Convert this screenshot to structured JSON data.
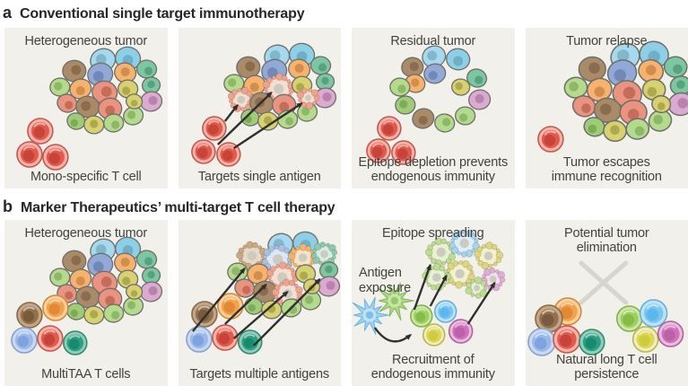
{
  "figure": {
    "background": "#ffffff",
    "panel_background": "#f1f0ea",
    "sections": [
      {
        "tag": "a",
        "title": "Conventional single target immunotherapy",
        "panels": [
          {
            "top_label": "Heterogeneous tumor",
            "bottom_label": "Mono-specific T cell",
            "art": "heterogeneous-tumor-and-mono-specific-t-cells"
          },
          {
            "top_label": "",
            "bottom_label": "Targets single antigen",
            "art": "t-cells-attacking-single-antigen-arrows"
          },
          {
            "top_label": "Residual tumor",
            "bottom_label": "Epitope depletion prevents endogenous immunity",
            "art": "residual-tumor-ring"
          },
          {
            "top_label": "Tumor relapse",
            "bottom_label": "Tumor escapes immune recognition",
            "art": "relapsed-tumor-single-t-cell"
          }
        ]
      },
      {
        "tag": "b",
        "title": "Marker Therapeutics’ multi-target T cell therapy",
        "panels": [
          {
            "top_label": "Heterogeneous tumor",
            "bottom_label": "MultiTAA T cells",
            "art": "heterogeneous-tumor-and-multitaa-t-cells"
          },
          {
            "top_label": "",
            "bottom_label": "Targets multiple antigens",
            "art": "t-cells-attacking-multiple-antigens-arrows"
          },
          {
            "top_label": "Epitope spreading",
            "side_label": "Antigen exposure",
            "bottom_label": "Recruitment of endogenous immunity",
            "art": "epitope-spreading-dendritic-cells-recruited-t-cells"
          },
          {
            "top_label": "Potential tumor elimination",
            "bottom_label": "Natural long T cell persistence",
            "art": "eliminated-tumor-x-mark-persistent-t-cells"
          }
        ]
      }
    ]
  },
  "palette": {
    "heading_text": "#262625",
    "label_text": "#424240",
    "arrow": "#2f2f2d",
    "x_mark": "#d6d6ce",
    "cell_outline": "#6e6e68",
    "tumor_cells": {
      "lb": {
        "fill": "#a6d9ef",
        "nucleus": "#84b6ca"
      },
      "lb2": {
        "fill": "#8ecfe8",
        "nucleus": "#6fb0c6"
      },
      "bl": {
        "fill": "#92a9d8",
        "nucleus": "#7189b6"
      },
      "or": {
        "fill": "#f6b26e",
        "nucleus": "#d18e4d"
      },
      "br": {
        "fill": "#a98a69",
        "nucleus": "#8a6c4f"
      },
      "tg": {
        "fill": "#7cc7a1",
        "nucleus": "#58a37d"
      },
      "lg": {
        "fill": "#b3da8d",
        "nucleus": "#8fb768"
      },
      "sa": {
        "fill": "#ea9381",
        "nucleus": "#c56d5b"
      },
      "ye": {
        "fill": "#d7d171",
        "nucleus": "#aea94f"
      },
      "pk": {
        "fill": "#dbaad1",
        "nucleus": "#b883ad"
      },
      "gr": {
        "fill": "#9fcc77",
        "nucleus": "#7dab57"
      }
    },
    "t_cells": {
      "red": {
        "outer": "#f4b3a9",
        "mid": "#e25a4e",
        "inner": "#c64438",
        "stroke": "#c05a50"
      },
      "orange": {
        "outer": "#fbd09b",
        "mid": "#f2a24c",
        "inner": "#e18a35",
        "stroke": "#d08a3e"
      },
      "brown": {
        "outer": "#c3a685",
        "mid": "#93714f",
        "inner": "#7a5a3c",
        "stroke": "#8a6a48"
      },
      "blue": {
        "outer": "#c9d9f2",
        "mid": "#9ab8e8",
        "inner": "#7fa3de",
        "stroke": "#88a0cc"
      },
      "teal": {
        "outer": "#93ccba",
        "mid": "#2f9f82",
        "inner": "#188a70",
        "stroke": "#2f8a70"
      },
      "green": {
        "outer": "#cce6a3",
        "mid": "#9ccf5f",
        "inner": "#83bd48",
        "stroke": "#84b050"
      },
      "lblue": {
        "outer": "#bee3f8",
        "mid": "#79c7f0",
        "inner": "#5bb8ec",
        "stroke": "#64b0dc"
      },
      "yellow": {
        "outer": "#eeeccb",
        "mid": "#dcd851",
        "inner": "#cfca3e",
        "stroke": "#bcb83c"
      },
      "magenta": {
        "outer": "#e8bcdc",
        "mid": "#cd72b8",
        "inner": "#bd5fa9",
        "stroke": "#b060a0"
      }
    },
    "pale_cells": {
      "sa_pale": {
        "fill": "#f7ded4",
        "bubble": "#efa28c"
      },
      "br_pale": {
        "fill": "#e6d9c8",
        "bubble": "#c9a97f"
      },
      "bl_pale": {
        "fill": "#dde6f4",
        "bubble": "#a9c0e4"
      },
      "or_pale": {
        "fill": "#fae3c4",
        "bubble": "#f3b469"
      },
      "tg_pale": {
        "fill": "#d8ece2",
        "bubble": "#8cc9ac"
      },
      "lg_pale": {
        "fill": "#e7f1d4",
        "bubble": "#bcdc92"
      },
      "lb_pale": {
        "fill": "#ddeef8",
        "bubble": "#a3d5ee"
      },
      "ye_pale": {
        "fill": "#f3f0cd",
        "bubble": "#dcd67e"
      },
      "pk_pale": {
        "fill": "#f5e0ef",
        "bubble": "#dfaed4"
      },
      "nucleus": "#cbcbc0"
    },
    "dendritic_cells": {
      "dblue": {
        "fill": "#9dd2f0",
        "stroke": "#6cb4dd",
        "center": "#bce2f6",
        "nucleus": "#7cc0e4"
      },
      "dgreen": {
        "fill": "#aed687",
        "stroke": "#84b65c",
        "center": "#c8e4a8",
        "nucleus": "#98c968"
      }
    }
  }
}
